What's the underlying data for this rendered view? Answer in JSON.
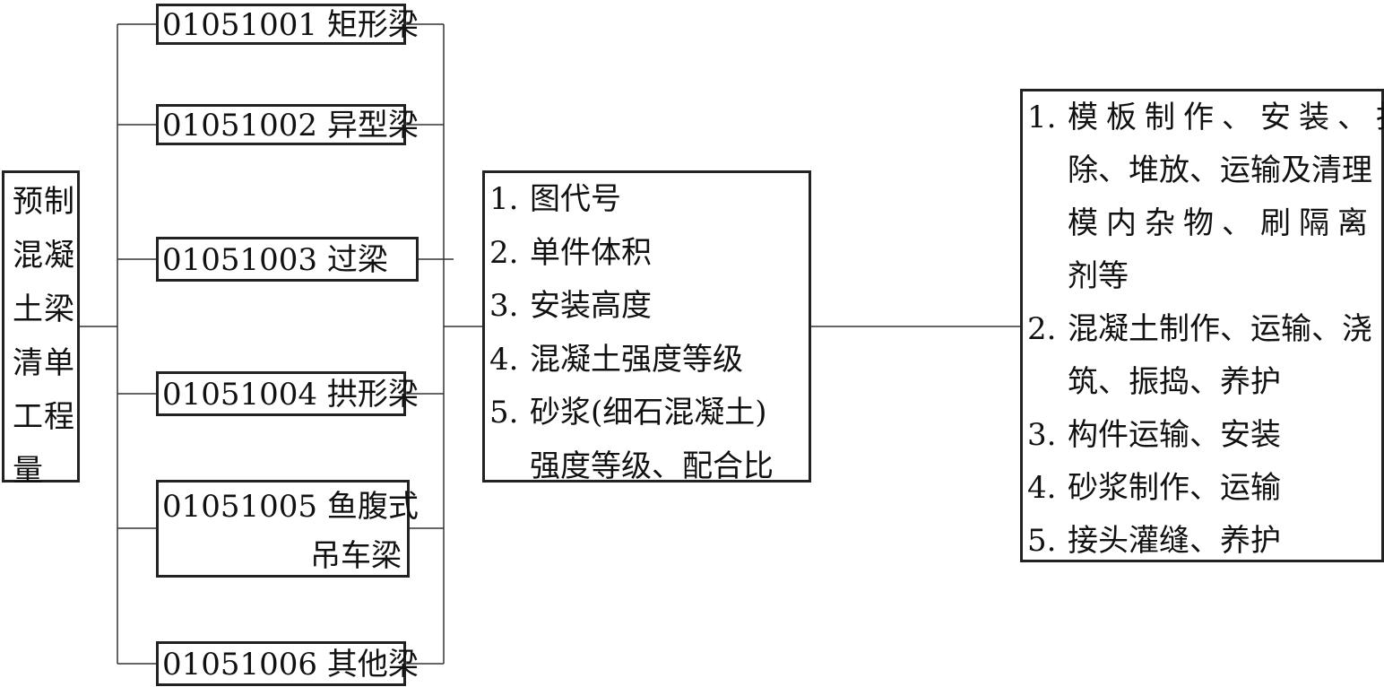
{
  "root": {
    "label": "预制混凝土梁清单工程量"
  },
  "items": [
    {
      "code": "01051001",
      "name": "矩形梁"
    },
    {
      "code": "01051002",
      "name": "异型梁"
    },
    {
      "code": "01051003",
      "name": "过梁"
    },
    {
      "code": "01051004",
      "name": "拱形梁"
    },
    {
      "code": "01051005",
      "name_line1": "鱼腹式",
      "name_line2": "吊车梁"
    },
    {
      "code": "01051006",
      "name": "其他梁"
    }
  ],
  "features": [
    {
      "num": "1.",
      "text": "图代号"
    },
    {
      "num": "2.",
      "text": "单件体积"
    },
    {
      "num": "3.",
      "text": "安装高度"
    },
    {
      "num": "4.",
      "text": "混凝土强度等级"
    },
    {
      "num": "5.",
      "text": "砂浆(细石混凝土)",
      "cont": "强度等级、配合比"
    }
  ],
  "work": [
    {
      "num": "1.",
      "text": "模板制作、安装、拆",
      "cont": [
        "除、堆放、运输及清理",
        "模内杂物、刷隔离",
        "剂等"
      ]
    },
    {
      "num": "2.",
      "text": "混凝土制作、运输、浇",
      "cont": [
        "筑、振捣、养护"
      ]
    },
    {
      "num": "3.",
      "text": "构件运输、安装"
    },
    {
      "num": "4.",
      "text": "砂浆制作、运输"
    },
    {
      "num": "5.",
      "text": "接头灌缝、养护"
    }
  ]
}
